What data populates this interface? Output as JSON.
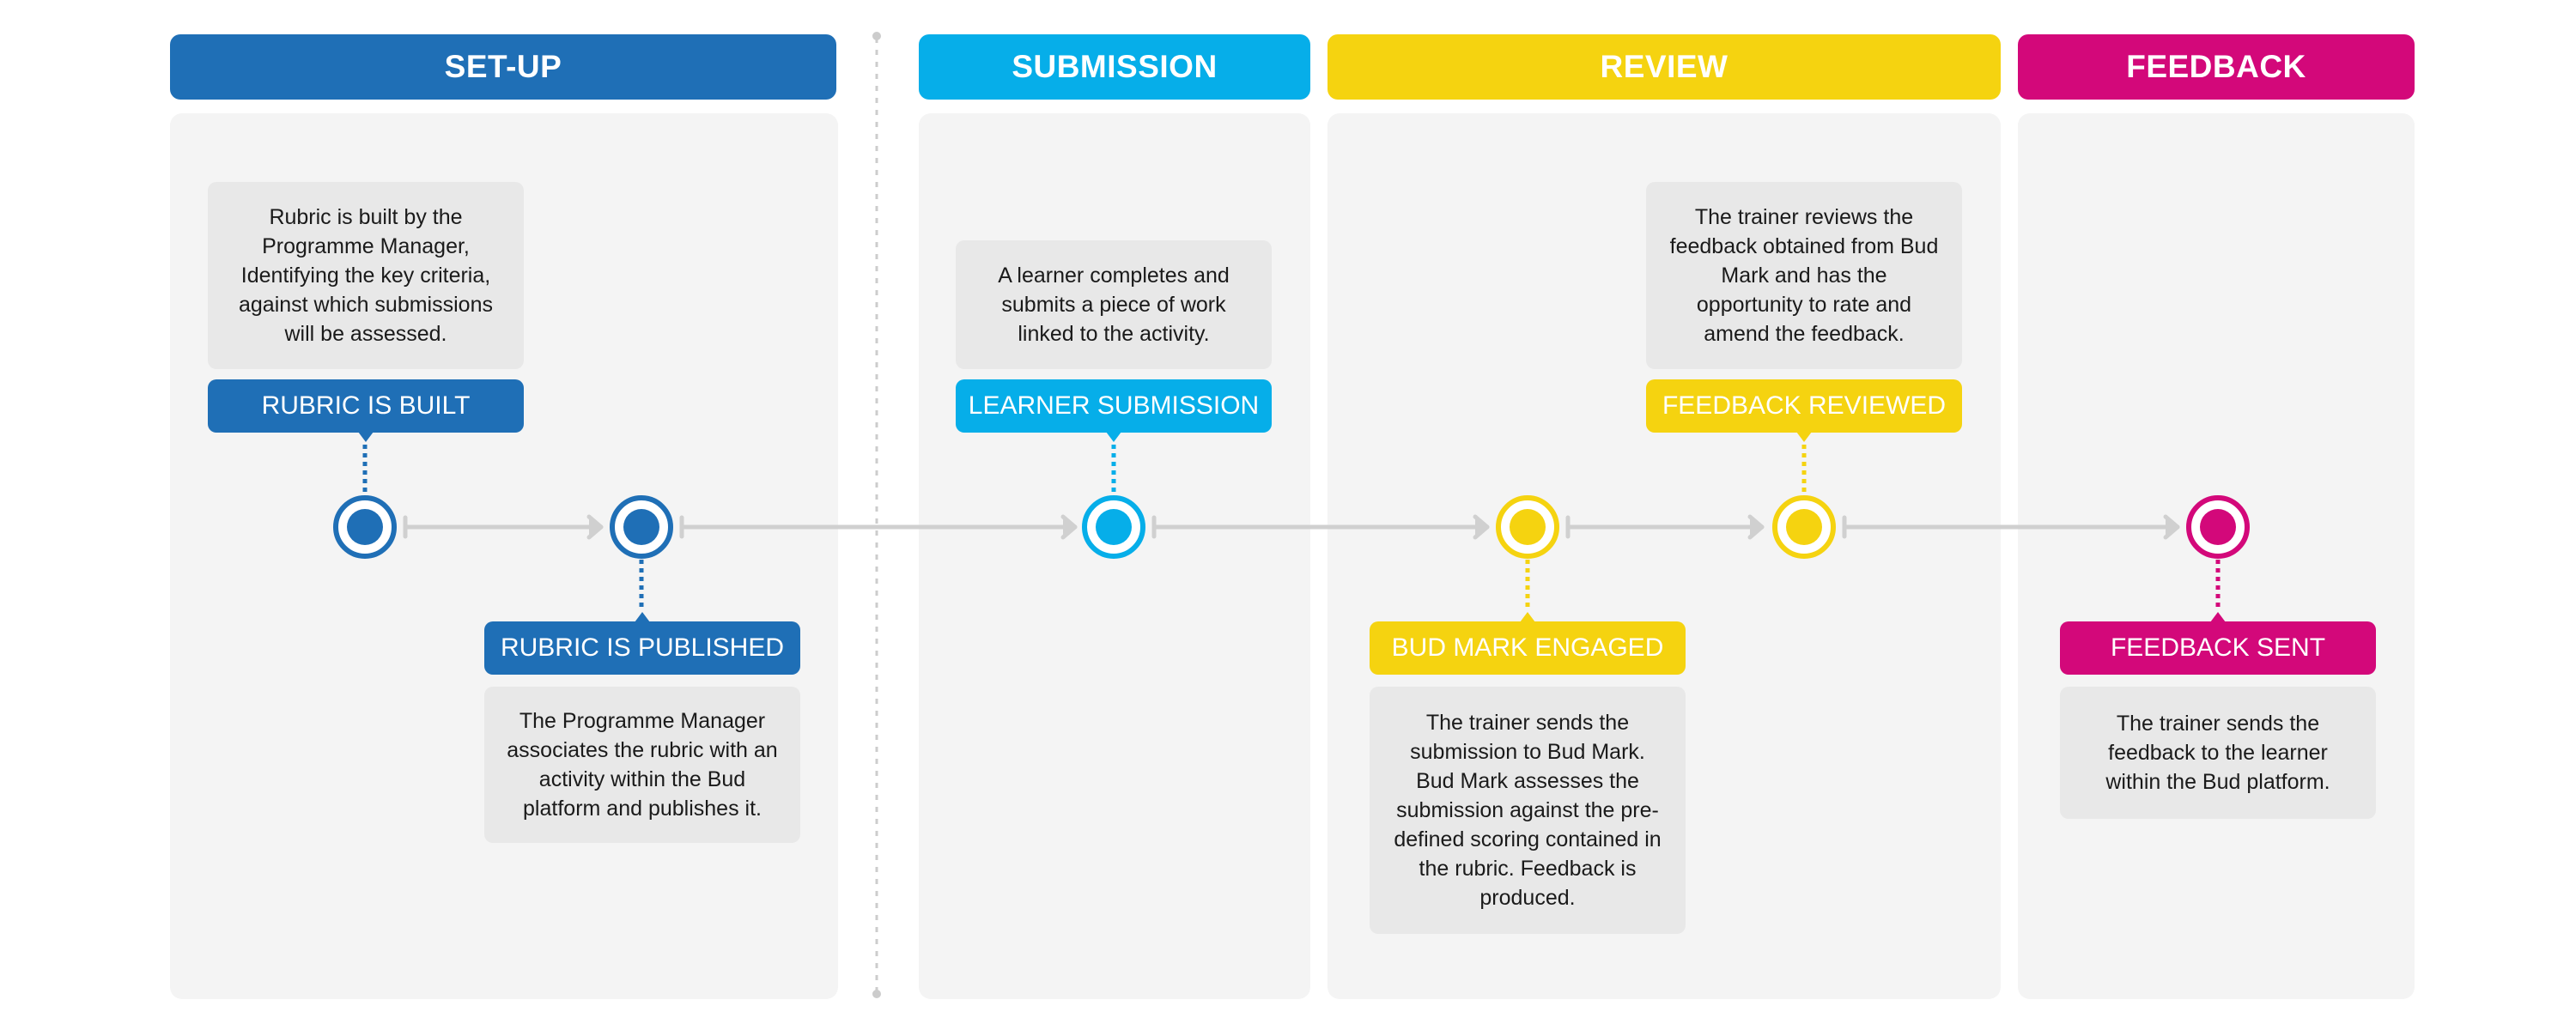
{
  "colors": {
    "setup": "#1f6fb6",
    "submission": "#06aee9",
    "review": "#f5d310",
    "feedback": "#d3087a",
    "panel": "#f4f4f4",
    "desc_box": "#e8e8e8",
    "arrow": "#d0d0d0",
    "divider": "#cccccc"
  },
  "phases": [
    {
      "id": "setup",
      "title": "SET-UP"
    },
    {
      "id": "submission",
      "title": "SUBMISSION"
    },
    {
      "id": "review",
      "title": "REVIEW"
    },
    {
      "id": "feedback",
      "title": "FEEDBACK"
    }
  ],
  "steps": [
    {
      "id": "rubric-built",
      "label": "RUBRIC IS BUILT",
      "description": "Rubric is built by the Programme Manager, Identifying the key criteria, against which submissions will be assessed.",
      "color": "#1f6fb6"
    },
    {
      "id": "rubric-published",
      "label": "RUBRIC IS PUBLISHED",
      "description": "The Programme Manager associates the rubric with an activity within the Bud platform and publishes it.",
      "color": "#1f6fb6"
    },
    {
      "id": "learner-submission",
      "label": "LEARNER SUBMISSION",
      "description": "A learner completes and submits a piece of work linked to the activity.",
      "color": "#06aee9"
    },
    {
      "id": "bud-mark-engaged",
      "label": "BUD MARK ENGAGED",
      "description": "The trainer sends the submission to Bud Mark. Bud Mark assesses the submission against the pre-defined scoring contained in the rubric. Feedback is produced.",
      "color": "#f5d310"
    },
    {
      "id": "feedback-reviewed",
      "label": "FEEDBACK REVIEWED",
      "description": "The trainer reviews the feedback obtained from Bud Mark and has the opportunity to rate and amend the feedback.",
      "color": "#f5d310"
    },
    {
      "id": "feedback-sent",
      "label": "FEEDBACK SENT",
      "description": "The trainer sends the feedback to the learner within the Bud platform.",
      "color": "#d3087a"
    }
  ]
}
